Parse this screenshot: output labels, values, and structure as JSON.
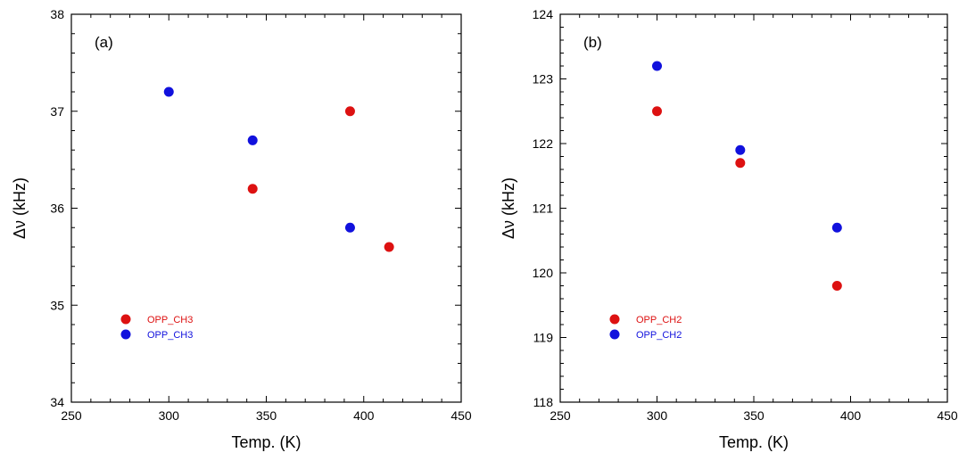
{
  "chart_data": [
    {
      "type": "scatter",
      "panel_label": "(a)",
      "xlabel": "Temp. (K)",
      "ylabel": "Δν (kHz)",
      "xlim": [
        250,
        450
      ],
      "ylim": [
        34,
        38
      ],
      "xticks": [
        250,
        300,
        350,
        400,
        450
      ],
      "yticks": [
        34,
        35,
        36,
        37,
        38
      ],
      "legend_position": "bottom-left",
      "series": [
        {
          "name": "OPP_CH3",
          "color": "#dd1111",
          "x": [
            343,
            393,
            413
          ],
          "y": [
            36.2,
            37.0,
            35.6
          ]
        },
        {
          "name": "OPP_CH3",
          "color": "#1111dd",
          "x": [
            300,
            343,
            393
          ],
          "y": [
            37.2,
            36.7,
            35.8
          ]
        }
      ]
    },
    {
      "type": "scatter",
      "panel_label": "(b)",
      "xlabel": "Temp. (K)",
      "ylabel": "Δν (kHz)",
      "xlim": [
        250,
        450
      ],
      "ylim": [
        118,
        124
      ],
      "xticks": [
        250,
        300,
        350,
        400,
        450
      ],
      "yticks": [
        118,
        119,
        120,
        121,
        122,
        123,
        124
      ],
      "legend_position": "bottom-left",
      "series": [
        {
          "name": "OPP_CH2",
          "color": "#dd1111",
          "x": [
            300,
            343,
            393
          ],
          "y": [
            122.5,
            121.7,
            119.8
          ]
        },
        {
          "name": "OPP_CH2",
          "color": "#1111dd",
          "x": [
            300,
            343,
            393
          ],
          "y": [
            123.2,
            121.9,
            120.7
          ]
        }
      ]
    }
  ]
}
